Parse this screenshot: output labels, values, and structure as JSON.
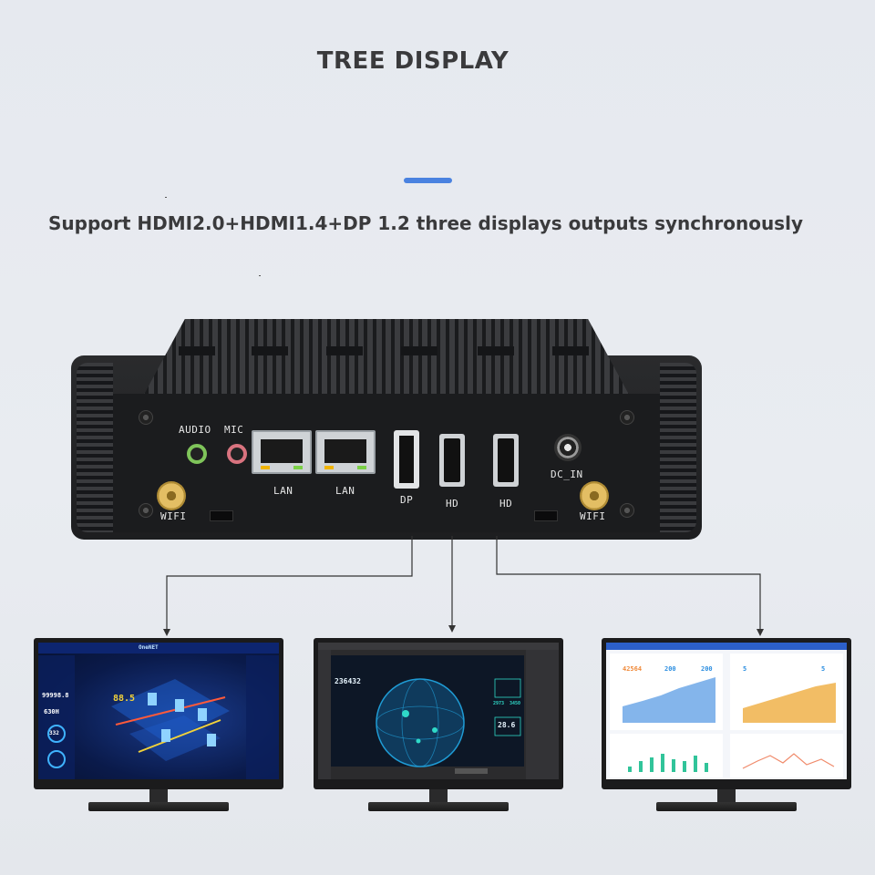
{
  "heading": {
    "title": "TREE DISPLAY",
    "subtitle": "Support HDMI2.0+HDMI1.4+DP 1.2 three displays outputs synchronously",
    "accent_color": "#4a82e0"
  },
  "device": {
    "port_labels": {
      "audio": "AUDIO",
      "mic": "MIC",
      "lan1": "LAN",
      "lan2": "LAN",
      "dp": "DP",
      "hd1": "HD",
      "hd2": "HD",
      "dc_in": "DC_IN",
      "wifi_left": "WIFI",
      "wifi_right": "WIFI"
    },
    "colors": {
      "audio_jack": "#7fc45a",
      "mic_jack": "#d9737f"
    }
  },
  "monitors": {
    "left": {
      "stats": [
        "99998.8",
        "630H",
        "332",
        "88.5"
      ],
      "badge": "OneNET",
      "colors": {
        "bg": "#0a1a4a",
        "accent": "#3fb3ff",
        "highlight": "#f2d23a"
      }
    },
    "middle": {
      "stats": [
        "236432",
        "28.6",
        "2973",
        "3450"
      ],
      "colors": {
        "bg": "#0d1726",
        "globe": "#1f9bd4",
        "accent": "#2fd9c8"
      }
    },
    "right": {
      "kpis": [
        "42564",
        "200",
        "200",
        "5",
        "5"
      ],
      "colors": {
        "bg": "#f4f6fa",
        "blue_area": "#6ea8e8",
        "orange_area": "#f0b24a",
        "green_bars": "#31c49a",
        "salmon_line": "#f08a6a"
      }
    }
  }
}
